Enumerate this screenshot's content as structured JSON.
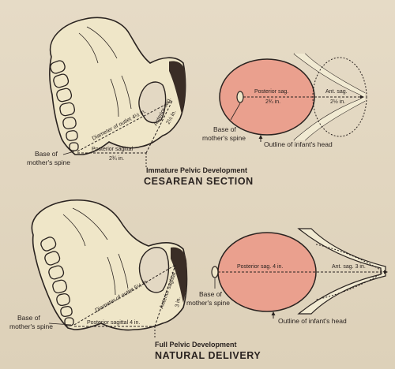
{
  "top": {
    "caption_sub": "Immature Pelvic Development",
    "caption_main": "CESAREAN SECTION",
    "pelvis": {
      "outlet_label": "Diameter of outlet 4½ in.",
      "anterior_label": "Anterior sag.",
      "anterior_value": "2½ in.",
      "posterior_label": "Posterior sagittal",
      "posterior_value": "2¾ in.",
      "spine_label_1": "Base of",
      "spine_label_2": "mother's spine"
    },
    "head": {
      "posterior_label": "Posterior sag.",
      "posterior_value": "2¾ in.",
      "anterior_label": "Ant. sag.",
      "anterior_value": "2½ in.",
      "spine_label_1": "Base of",
      "spine_label_2": "mother's spine",
      "outline_label": "Outline of infant's head"
    }
  },
  "bottom": {
    "caption_sub": "Full Pelvic Development",
    "caption_main": "NATURAL DELIVERY",
    "pelvis": {
      "outlet_label": "Diameter of outlet 5½ in.",
      "anterior_label": "Anterior sagittal",
      "anterior_value": "3 in.",
      "posterior_label": "Posterior sagittal 4 in.",
      "spine_label_1": "Base of",
      "spine_label_2": "mother's spine"
    },
    "head": {
      "posterior_label": "Posterior sag. 4 in.",
      "anterior_label": "Ant. sag. 3 in.",
      "spine_label_1": "Base of",
      "spine_label_2": "mother's spine",
      "outline_label": "Outline of infant's head"
    }
  },
  "colors": {
    "bone": "#efe6c8",
    "head": "#eaa08e",
    "ink": "#2a2320",
    "background": "#e3d8c3"
  }
}
